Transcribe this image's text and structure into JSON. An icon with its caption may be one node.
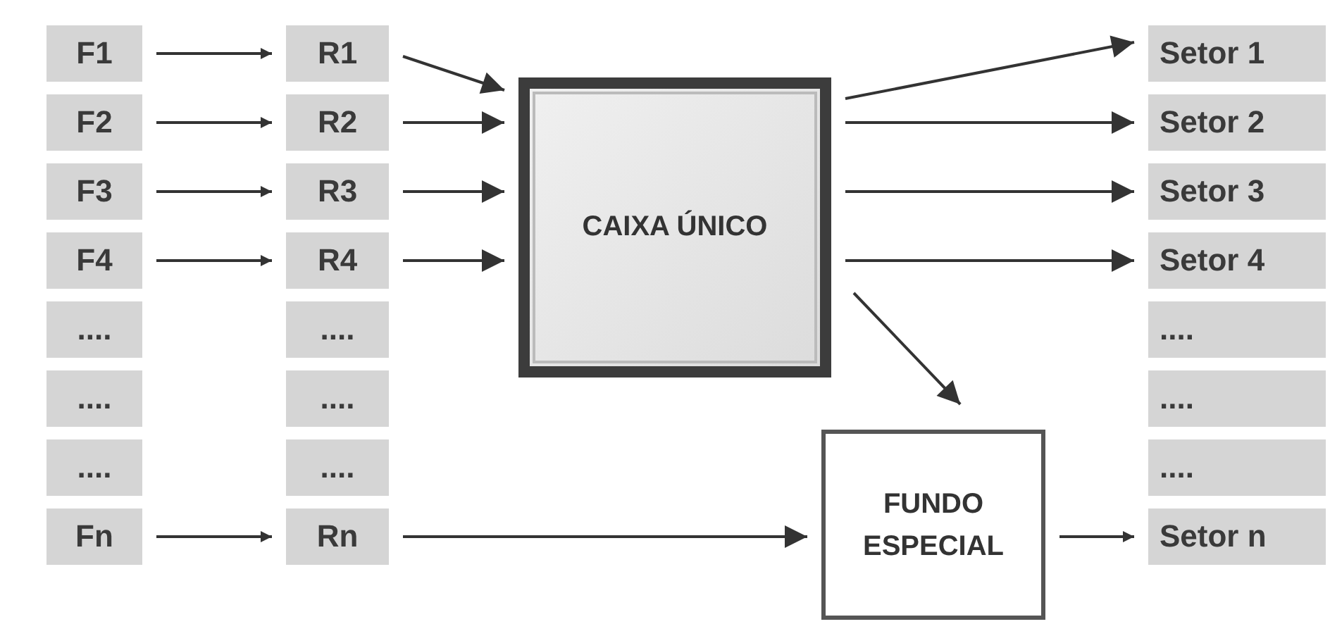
{
  "diagram": {
    "nodes": [
      {
        "text": [
          "F1"
        ]
      },
      {
        "text": [
          "F2"
        ]
      },
      {
        "text": [
          "F3"
        ]
      },
      {
        "text": [
          "F4"
        ]
      },
      {
        "text": [
          "...."
        ]
      },
      {
        "text": [
          "...."
        ]
      },
      {
        "text": [
          "...."
        ]
      },
      {
        "text": [
          "Fn"
        ]
      },
      {
        "text": [
          "R1"
        ]
      },
      {
        "text": [
          "R2"
        ]
      },
      {
        "text": [
          "R3"
        ]
      },
      {
        "text": [
          "R4"
        ]
      },
      {
        "text": [
          "...."
        ]
      },
      {
        "text": [
          "...."
        ]
      },
      {
        "text": [
          "...."
        ]
      },
      {
        "text": [
          "Rn"
        ]
      },
      {
        "text": [
          "CAIXA ÚNICO"
        ]
      },
      {
        "text": [
          "FUNDO ESPECIAL"
        ]
      },
      {
        "text": [
          "Setor 1"
        ]
      },
      {
        "text": [
          "Setor 2"
        ]
      },
      {
        "text": [
          "Setor 3"
        ]
      },
      {
        "text": [
          "Setor 4"
        ]
      },
      {
        "text": [
          "...."
        ]
      },
      {
        "text": [
          "...."
        ]
      },
      {
        "text": [
          "...."
        ]
      },
      {
        "text": [
          "Setor n"
        ]
      }
    ],
    "edges": [
      {
        "from": 0,
        "to": 8,
        "arrow": "to"
      },
      {
        "from": 1,
        "to": 9,
        "arrow": "to"
      },
      {
        "from": 2,
        "to": 10,
        "arrow": "to"
      },
      {
        "from": 3,
        "to": 11,
        "arrow": "to"
      },
      {
        "from": 7,
        "to": 15,
        "arrow": "to"
      },
      {
        "from": 8,
        "to": 16,
        "arrow": "to"
      },
      {
        "from": 9,
        "to": 16,
        "arrow": "to"
      },
      {
        "from": 10,
        "to": 16,
        "arrow": "to"
      },
      {
        "from": 11,
        "to": 16,
        "arrow": "to"
      },
      {
        "from": 15,
        "to": 17,
        "arrow": "to"
      },
      {
        "from": 16,
        "to": 18,
        "arrow": "to"
      },
      {
        "from": 16,
        "to": 19,
        "arrow": "to"
      },
      {
        "from": 16,
        "to": 20,
        "arrow": "to"
      },
      {
        "from": 16,
        "to": 21,
        "arrow": "to"
      },
      {
        "from": 16,
        "to": 17,
        "arrow": "to"
      },
      {
        "from": 17,
        "to": 25,
        "arrow": "to"
      }
    ]
  }
}
